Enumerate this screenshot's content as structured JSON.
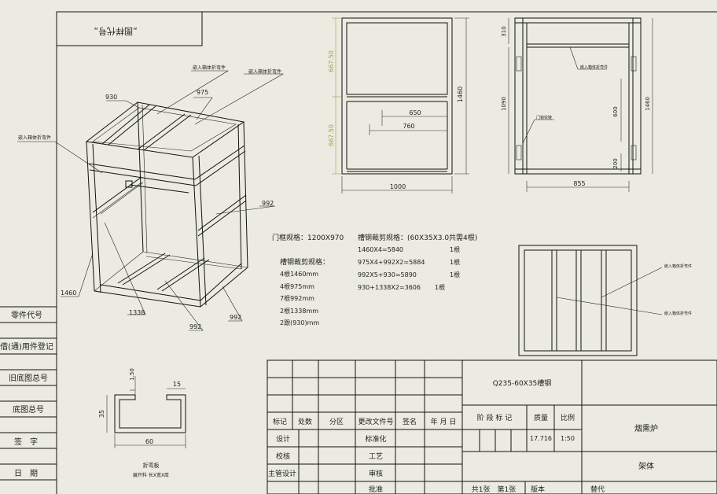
{
  "title_box": {
    "text": "„图样代号„"
  },
  "left_labels": [
    "零件代号",
    "借(通)用件登记",
    "旧底图总号",
    "底图总号",
    "签　字",
    "日　期"
  ],
  "iso": {
    "callouts": [
      "嵌入箱体折弯件",
      "嵌入箱体折弯件",
      "嵌入箱体折弯件"
    ],
    "dims": [
      "930",
      "975",
      "992",
      "1460",
      "1338",
      "992",
      "992"
    ]
  },
  "front": {
    "dims": [
      "667.50",
      "667.50",
      "1460",
      "650",
      "760",
      "1000"
    ]
  },
  "side": {
    "dims": [
      "310",
      "1090",
      "600",
      "200",
      "1460",
      "855"
    ],
    "notes": [
      "嵌入箱体折弯件",
      "门锁铰链"
    ]
  },
  "bottom_view": {
    "notes": [
      "嵌入箱体折弯件",
      "嵌入箱体折弯件"
    ]
  },
  "notes": {
    "door_spec": "门框规格：1200X970",
    "channel_title": "槽钢裁剪规格：(60X35X3.0共需4根)",
    "channel_rows": [
      {
        "calc": "1460X4=5840",
        "qty": "1根"
      },
      {
        "calc": "975X4+992X2=5884",
        "qty": "1根"
      },
      {
        "calc": "992X5+930=5890",
        "qty": "1根"
      },
      {
        "calc": "930+1338X2=3606",
        "qty": "1根"
      }
    ],
    "cut_title": "槽钢裁剪规格：",
    "cut_list": [
      "4根1460mm",
      "4根975mm",
      "7根992mm",
      "2根1338mm",
      "2跟(930)mm"
    ]
  },
  "section": {
    "dims": [
      "1.50",
      "15",
      "35",
      "60"
    ],
    "notes": [
      "折弯板",
      "展开料 长X宽X厚"
    ]
  },
  "title_block": {
    "material": "Q235-60X35槽钢",
    "headers": [
      "标记",
      "处数",
      "分区",
      "更改文件号",
      "签名",
      "年 月 日"
    ],
    "roles": [
      "设计",
      "校核",
      "主管设计"
    ],
    "roles2": [
      "标准化",
      "工艺",
      "审核",
      "批准"
    ],
    "stage_label": "阶 段 标 记",
    "mass_label": "质量",
    "scale_label": "比例",
    "mass": "17.716",
    "scale": "1:50",
    "product": "烟熏炉",
    "part": "架体",
    "sheets": "共1张　第1张",
    "version": "版本",
    "replace": "替代"
  }
}
